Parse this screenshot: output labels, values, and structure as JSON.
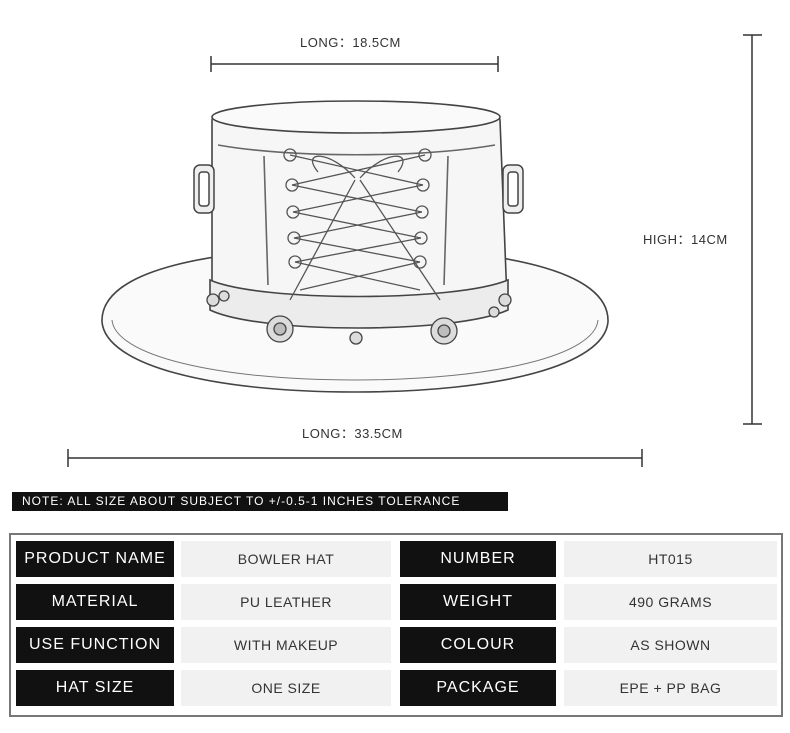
{
  "dimensions": {
    "top_length": "LONG：18.5CM",
    "height": "HIGH：14CM",
    "bottom_length": "LONG：33.5CM"
  },
  "note": "NOTE: ALL SIZE ABOUT SUBJECT TO +/-0.5-1 INCHES TOLERANCE",
  "specs": [
    {
      "label": "PRODUCT NAME",
      "value": "BOWLER HAT",
      "label2": "NUMBER",
      "value2": "HT015"
    },
    {
      "label": "MATERIAL",
      "value": "PU LEATHER",
      "label2": "WEIGHT",
      "value2": "490 GRAMS"
    },
    {
      "label": "USE FUNCTION",
      "value": "WITH MAKEUP",
      "label2": "COLOUR",
      "value2": "AS SHOWN"
    },
    {
      "label": "HAT SIZE",
      "value": "ONE SIZE",
      "label2": "PACKAGE",
      "value2": "EPE + PP BAG"
    }
  ]
}
